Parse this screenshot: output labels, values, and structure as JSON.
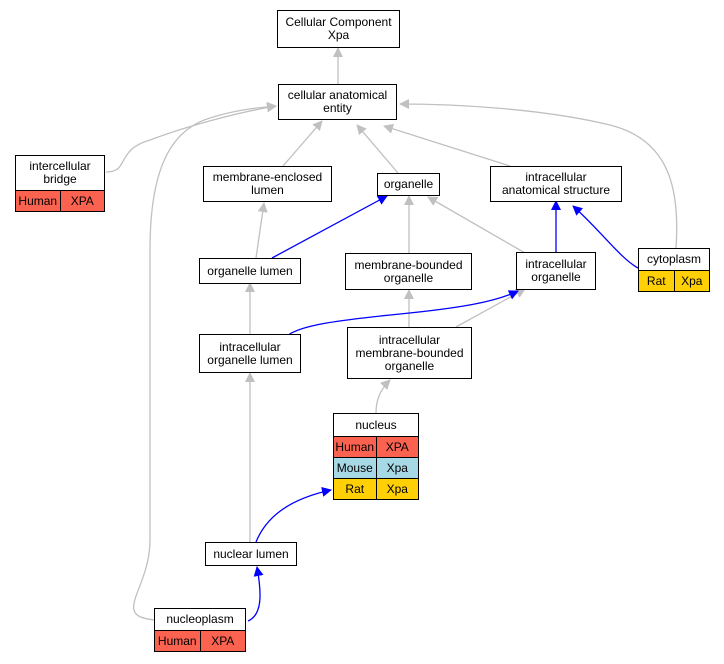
{
  "colors": {
    "human": "#fb6250",
    "mouse": "#a7d8e6",
    "rat": "#fed005",
    "edge_isa": "#c0c0c0",
    "edge_partof": "#0000ff"
  },
  "nodes": {
    "root": {
      "label": "Cellular Component\nXpa"
    },
    "cae": {
      "label": "cellular anatomical\nentity"
    },
    "ib": {
      "label": "intercellular\nbridge",
      "rows": [
        [
          "Human",
          "XPA"
        ]
      ]
    },
    "mel": {
      "label": "membrane-enclosed\nlumen"
    },
    "organelle": {
      "label": "organelle"
    },
    "ias": {
      "label": "intracellular\nanatomical structure"
    },
    "ol": {
      "label": "organelle lumen"
    },
    "mbo": {
      "label": "membrane-bounded\norganelle"
    },
    "io": {
      "label": "intracellular\norganelle"
    },
    "cyto": {
      "label": "cytoplasm",
      "rows": [
        [
          "Rat",
          "Xpa"
        ]
      ]
    },
    "iol": {
      "label": "intracellular\norganelle lumen"
    },
    "imbo": {
      "label": "intracellular\nmembrane-bounded\norganelle"
    },
    "nucleus": {
      "label": "nucleus",
      "rows": [
        [
          "Human",
          "XPA"
        ],
        [
          "Mouse",
          "Xpa"
        ],
        [
          "Rat",
          "Xpa"
        ]
      ]
    },
    "nl": {
      "label": "nuclear lumen"
    },
    "np": {
      "label": "nucleoplasm",
      "rows": [
        [
          "Human",
          "XPA"
        ]
      ]
    }
  }
}
